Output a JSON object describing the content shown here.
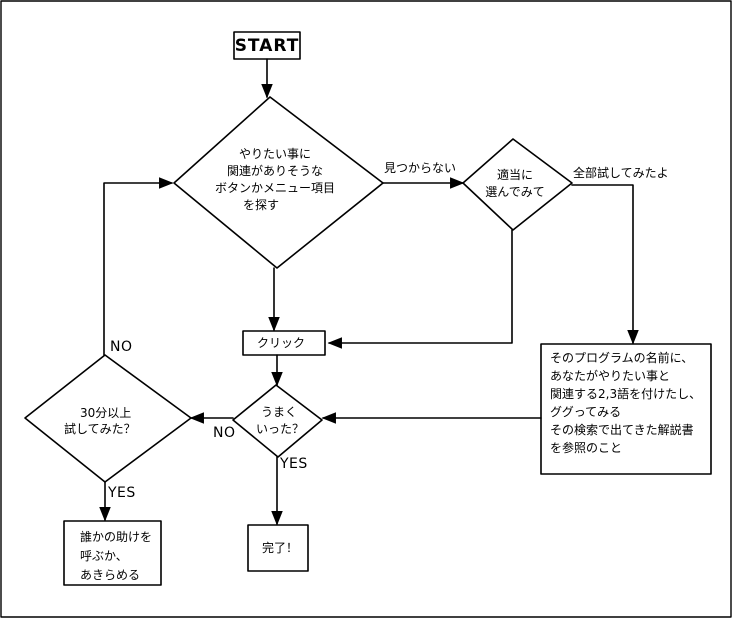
{
  "start": "START",
  "decision_find": [
    "やりたい事に",
    "関連がありそうな",
    "ボタンかメニュー項目",
    "を探す"
  ],
  "label_not_found": "見つからない",
  "decision_random": [
    "適当に",
    "選んでみて"
  ],
  "label_tried_all": "全部試してみたよ",
  "process_click": "クリック",
  "decision_worked": [
    "うまく",
    "いった？"
  ],
  "label_no_worked": "NO",
  "label_yes_worked": "YES",
  "process_done": "完了！",
  "decision_30min": [
    "30分以上",
    "試してみた？"
  ],
  "label_no_30min": "NO",
  "label_yes_30min": "YES",
  "process_help": [
    "誰かの助けを",
    "呼ぶか、",
    "あきらめる"
  ],
  "process_google": [
    "そのプログラムの名前に、",
    "あなたがやりたい事と",
    "関連する2,3語を付けたし、",
    "ググってみる",
    "その検索で出てきた解説書",
    "を参照のこと"
  ]
}
